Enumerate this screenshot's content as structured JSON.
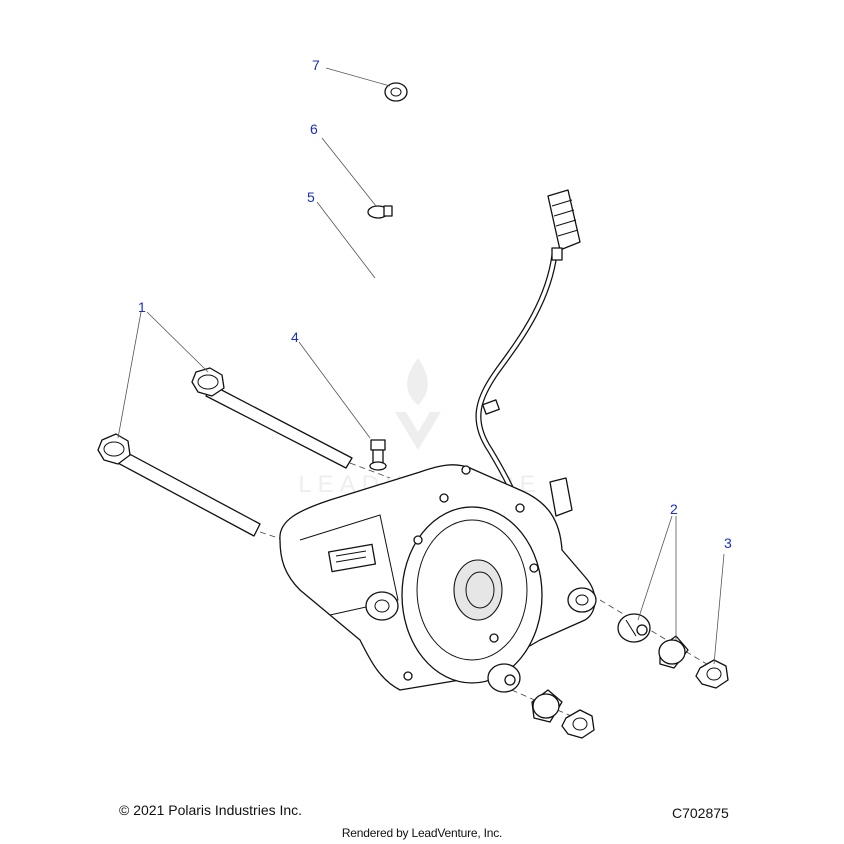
{
  "callouts": {
    "c1": "1",
    "c2": "2",
    "c3": "3",
    "c4": "4",
    "c5": "5",
    "c6": "6",
    "c7": "7"
  },
  "watermark": {
    "text": "LEADVENTURE"
  },
  "footer": {
    "copyright": "© 2021 Polaris Industries Inc.",
    "diagram_code": "C702875",
    "rendered_by": "Rendered by LeadVenture, Inc."
  }
}
